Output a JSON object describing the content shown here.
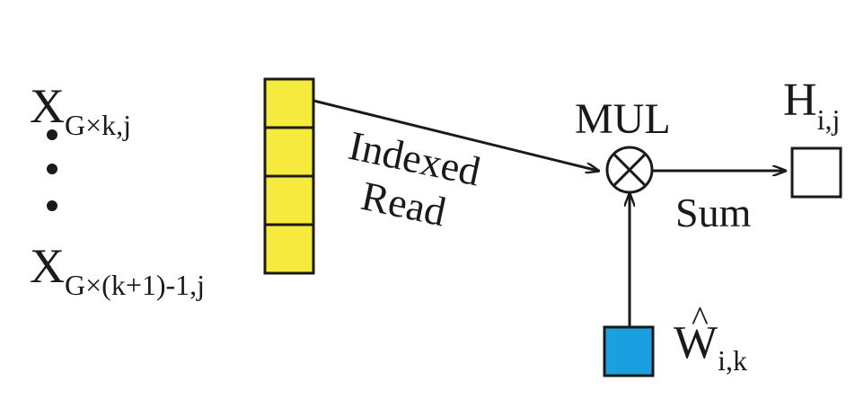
{
  "inputs": {
    "first_base": "X",
    "first_sub": "G×k,j",
    "last_base": "X",
    "last_sub": "G×(k+1)-1,j"
  },
  "buffer": {
    "cell_count": 4,
    "fill_color": "#f7ea3f"
  },
  "edge": {
    "line1": "Indexed",
    "line2": "Read"
  },
  "multiplier": {
    "label": "MUL"
  },
  "sum": {
    "label": "Sum"
  },
  "output": {
    "base": "H",
    "sub": "i,j"
  },
  "weight": {
    "base": "W",
    "hat": "^",
    "sub": "i,k",
    "fill_color": "#1aa0e0"
  }
}
